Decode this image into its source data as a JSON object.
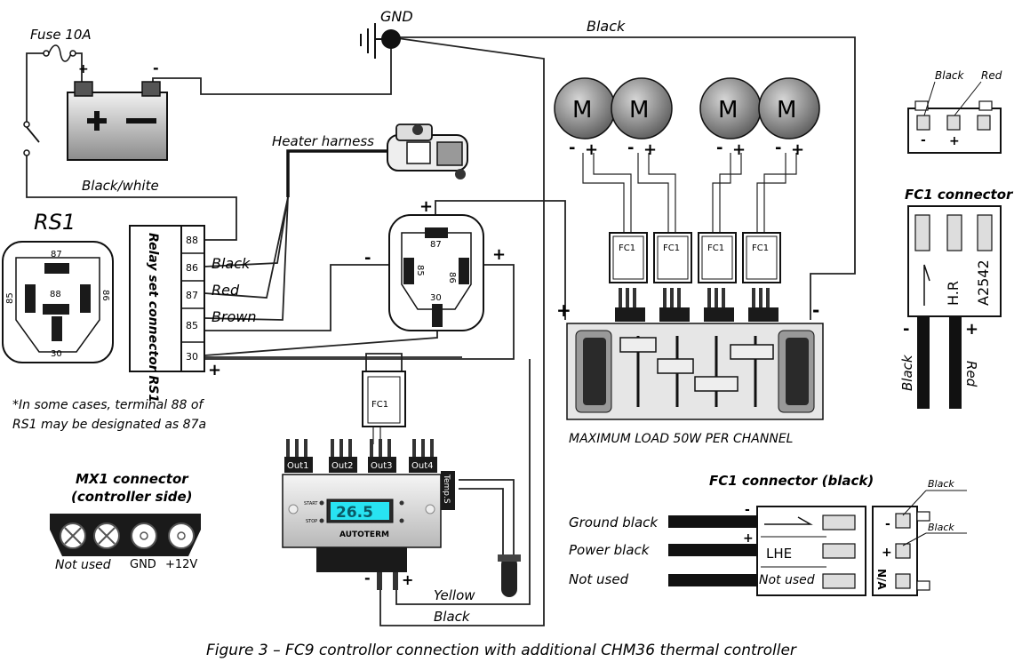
{
  "labels": {
    "gnd": "GND",
    "fuse": "Fuse 10A",
    "battery_plus_sign": "+",
    "battery_minus_sign": "-",
    "black_top": "Black",
    "heater_harness": "Heater harness",
    "black_white": "Black/white",
    "rs1_title": "RS1",
    "relay_set_connector": "Relay set connector RS1",
    "relay_terminals": [
      "88",
      "86",
      "87",
      "85",
      "30"
    ],
    "wire_black": "Black",
    "wire_red": "Red",
    "wire_brown": "Brown",
    "note": [
      "*In some cases, terminal 88 of",
      "RS1 may be designated as 87a"
    ],
    "mx1_title": [
      "MX1 connector",
      "(controller side)"
    ],
    "mx1_not_used": "Not used",
    "mx1_gnd": "GND",
    "mx1_12v": "+12V",
    "controller_brand": "AUTOTERM",
    "controller_display": "26.5",
    "controller_start": "START",
    "controller_stop": "STOP",
    "controller_outputs": [
      "Out1",
      "Out2",
      "Out3",
      "Out4"
    ],
    "temp_sensor": "Temp.S",
    "fc1": "FC1",
    "motor_letter": "M",
    "relay_pins": [
      "87",
      "85",
      "86",
      "30"
    ],
    "max_load": "MAXIMUM LOAD 50W PER CHANNEL",
    "yellow": "Yellow",
    "black_bottom": "Black",
    "fc1_connector_title": "FC1 connector",
    "fc1_connector_black_title": "FC1 connector (black)",
    "fc1_right_texts": [
      "H.R",
      "A2542"
    ],
    "fc1_right_wires": [
      "Black",
      "Red"
    ],
    "top_right_black": "Black",
    "top_right_red": "Red",
    "fc1b_rows": [
      "Ground black",
      "Power black",
      "Not used"
    ],
    "fc1b_lhe": "LHE",
    "fc1b_not_used": "Not used",
    "fc1b_na": "N/A",
    "fc1b_black1": "Black",
    "fc1b_black2": "Black",
    "caption": "Figure 3 – FC9 controllor connection with additional CHM36 thermal controller"
  },
  "colors": {
    "display": "#28e3f2",
    "motor": "#8a8a8a",
    "panel": "#e6e6e6"
  }
}
